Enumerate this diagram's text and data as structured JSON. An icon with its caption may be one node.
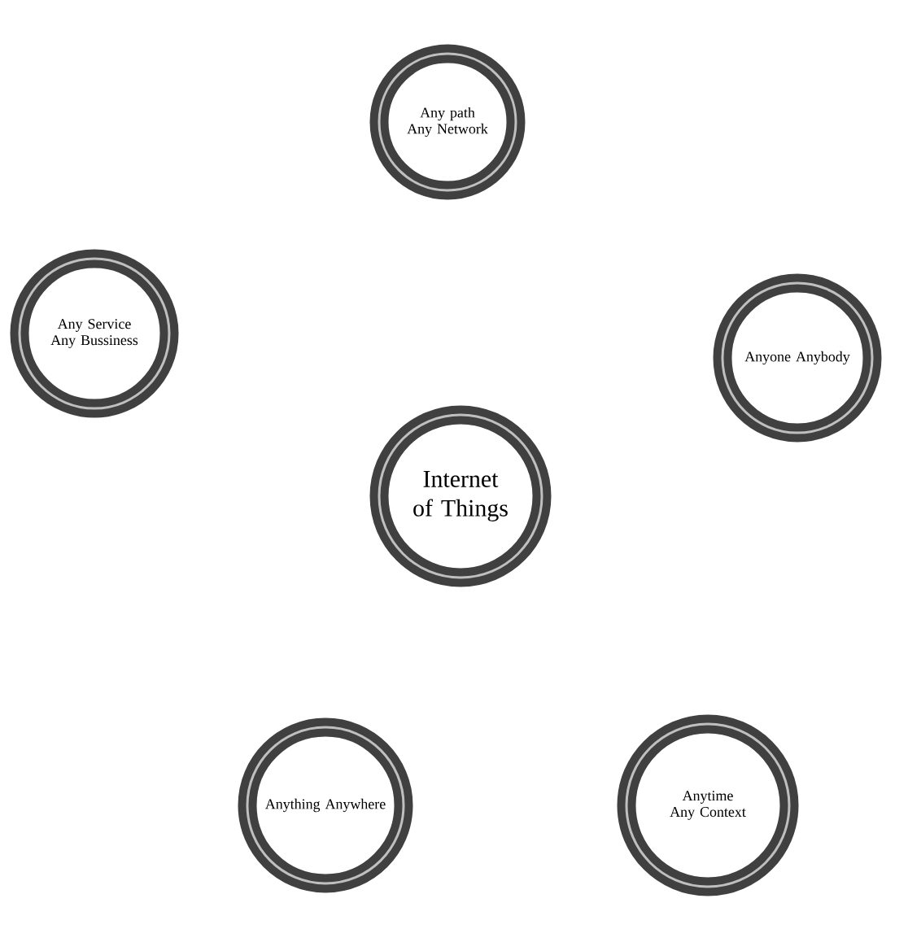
{
  "diagram": {
    "nodes": [
      {
        "text": [
          "Any path Any Network"
        ]
      },
      {
        "text": [
          "Any Service Any Bussiness"
        ]
      },
      {
        "text": [
          "Anyone Anybody"
        ]
      },
      {
        "text": [
          "Internet of Things"
        ]
      },
      {
        "text": [
          "Anything Anywhere"
        ]
      },
      {
        "text": [
          "Anytime Any Context"
        ]
      }
    ]
  }
}
